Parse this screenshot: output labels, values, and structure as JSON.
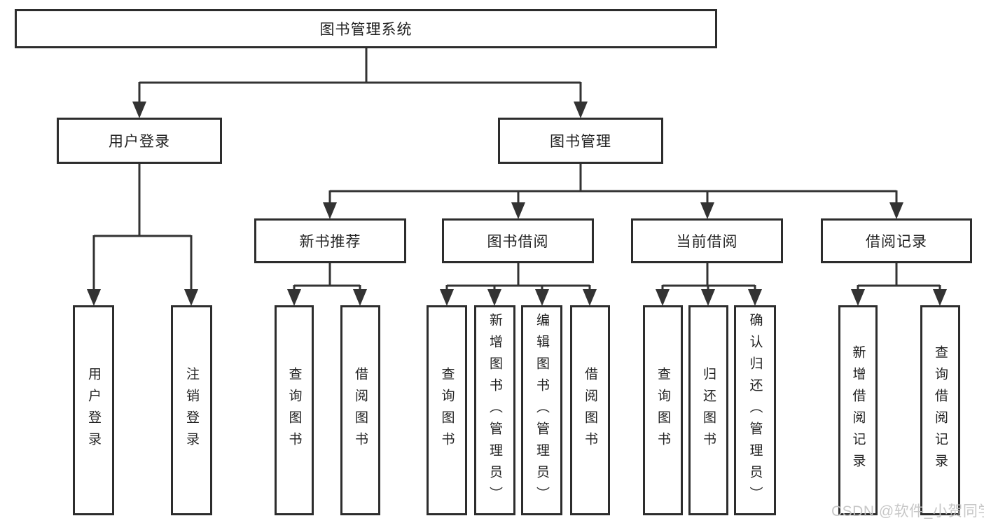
{
  "diagram": {
    "root": {
      "label": "图书管理系统"
    },
    "level2": [
      {
        "label": "用户登录"
      },
      {
        "label": "图书管理"
      }
    ],
    "level3": [
      {
        "label": "新书推荐"
      },
      {
        "label": "图书借阅"
      },
      {
        "label": "当前借阅"
      },
      {
        "label": "借阅记录"
      }
    ],
    "leaves": {
      "user_login": [
        {
          "label": "用户登录"
        },
        {
          "label": "注销登录"
        }
      ],
      "new_book_recommend": [
        {
          "label": "查询图书"
        },
        {
          "label": "借阅图书"
        }
      ],
      "book_borrow": [
        {
          "label": "查询图书"
        },
        {
          "label": "新增图书（管理员）"
        },
        {
          "label": "编辑图书（管理员）"
        },
        {
          "label": "借阅图书"
        }
      ],
      "current_borrow": [
        {
          "label": "查询图书"
        },
        {
          "label": "归还图书"
        },
        {
          "label": "确认归还（管理员）"
        }
      ],
      "borrow_record": [
        {
          "label": "新增借阅记录"
        },
        {
          "label": "查询借阅记录"
        }
      ]
    }
  },
  "watermark": {
    "text": "CSDN @软件_小贺同学"
  },
  "colors": {
    "line": "#333333",
    "box_border": "#2d2d2d",
    "text": "#222222",
    "watermark": "#c4c4c4",
    "background": "#ffffff"
  }
}
